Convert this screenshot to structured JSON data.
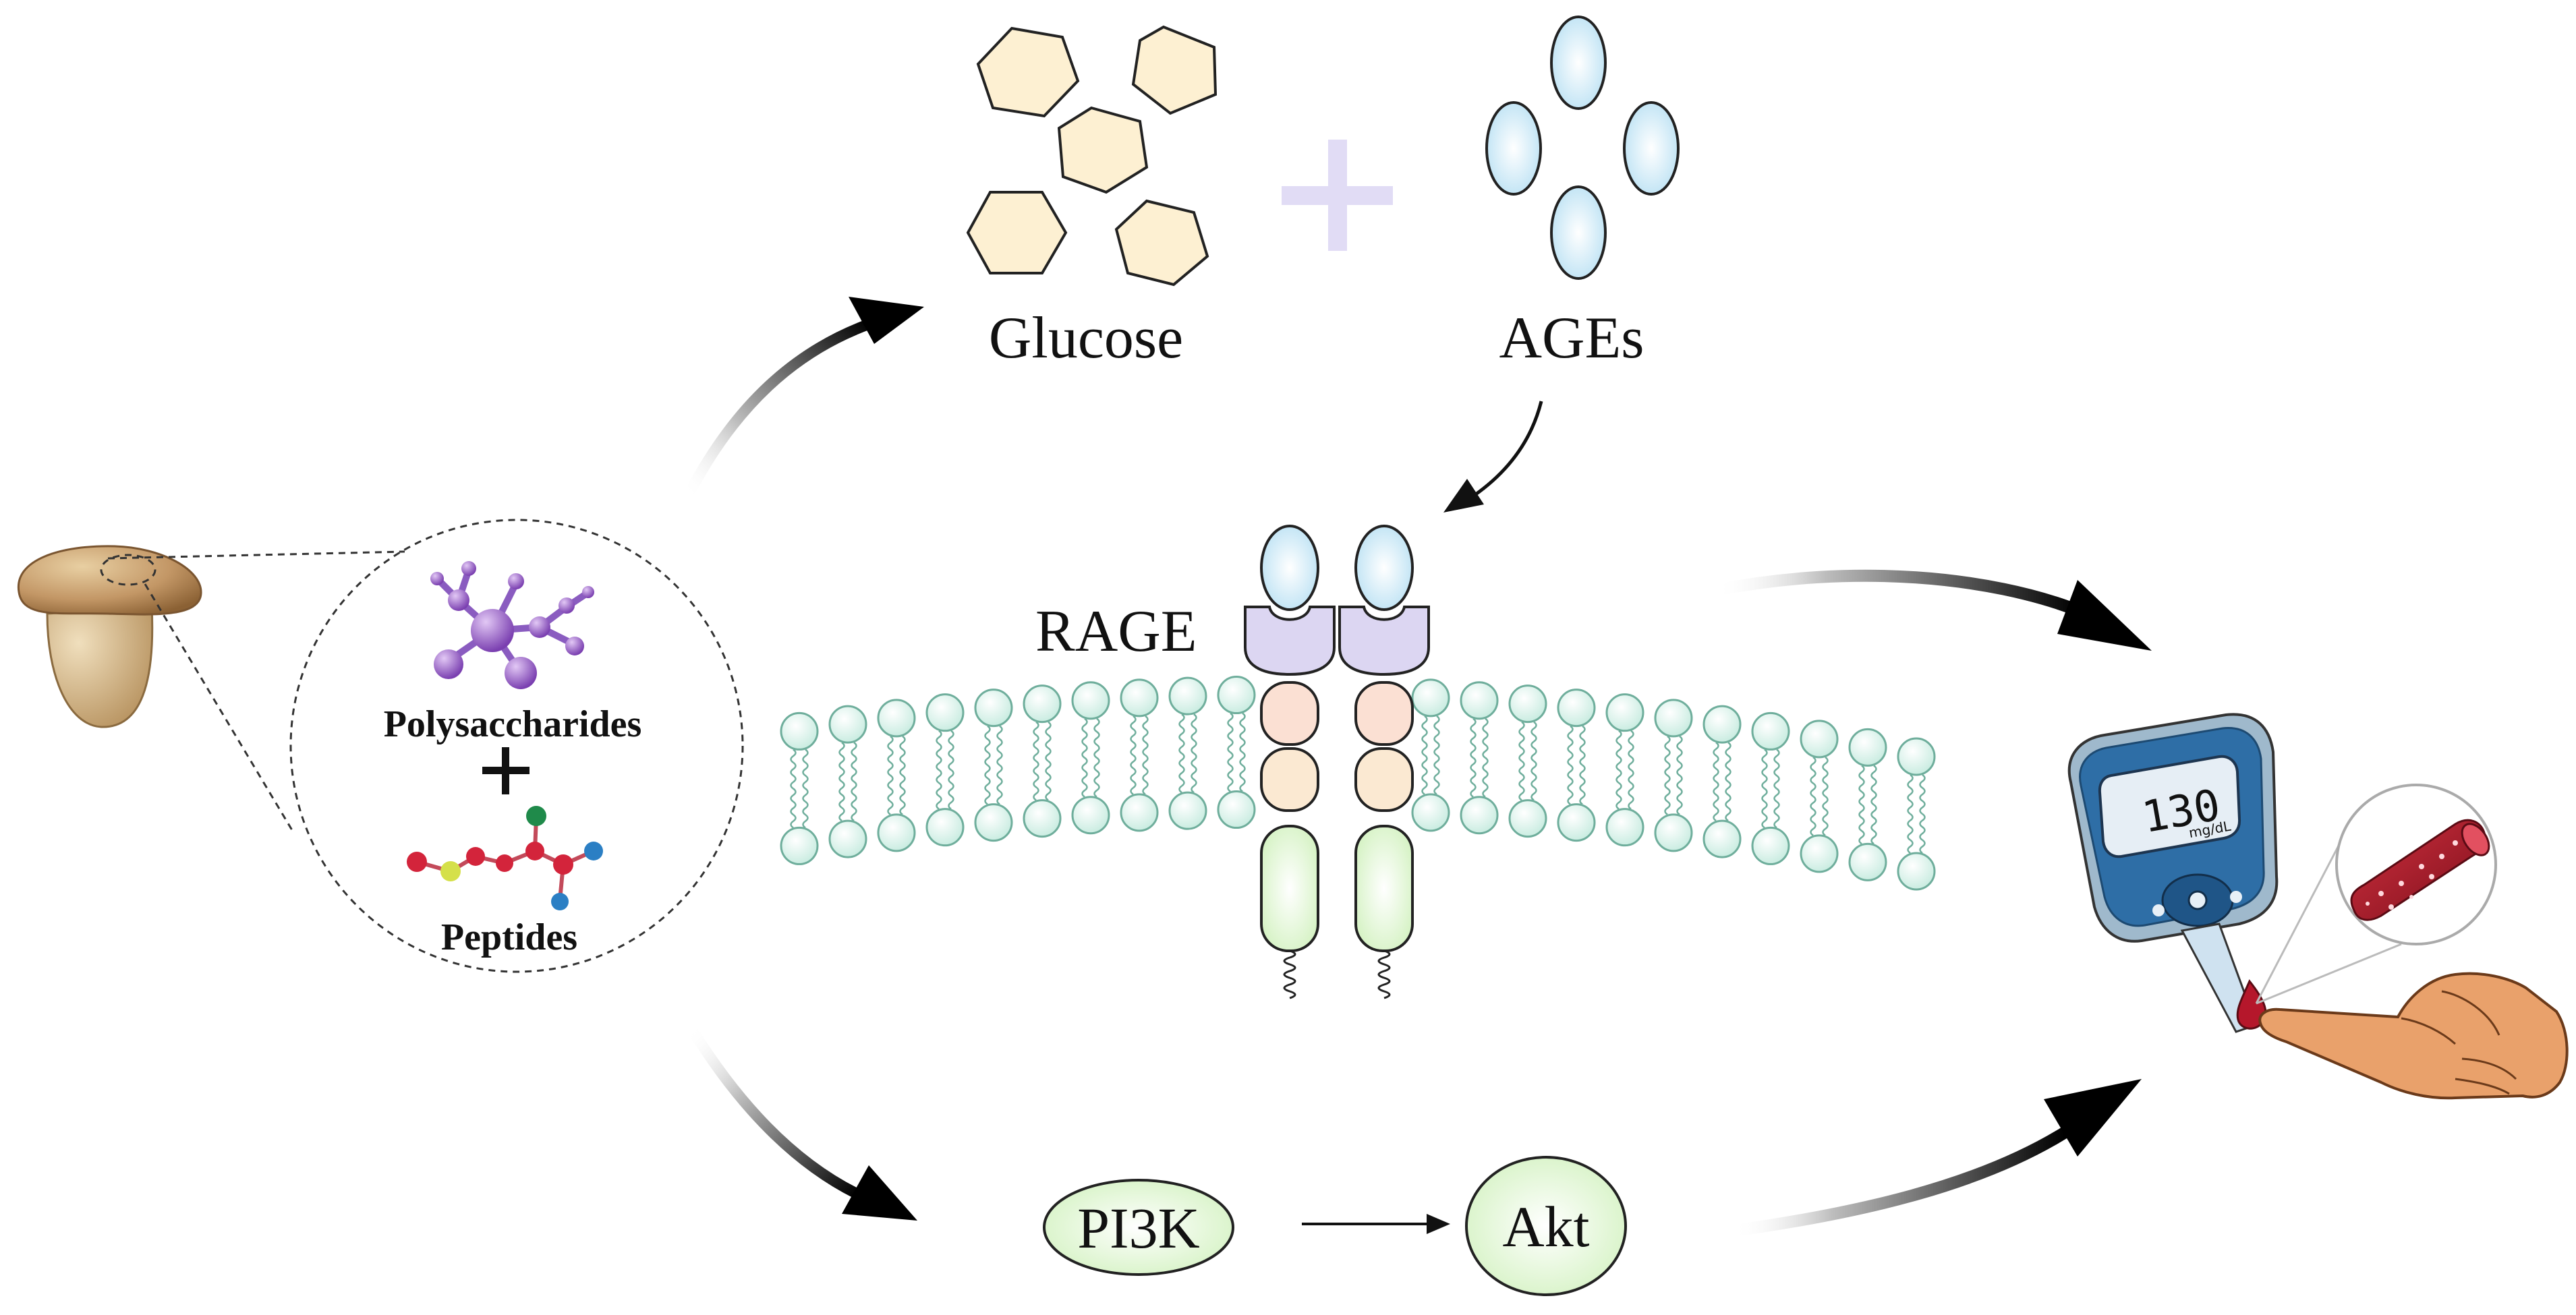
{
  "labels": {
    "glucose": "Glucose",
    "ages": "AGEs",
    "rage": "RAGE",
    "polysaccharides": "Polysaccharides",
    "peptides": "Peptides",
    "pi3k": "PI3K",
    "akt": "Akt",
    "meter_value": "130",
    "meter_unit": "mg/dL"
  },
  "colors": {
    "hexagon_fill": "#fdf0d2",
    "ellipse_fill": "#cfeaf7",
    "plus_fill": "#e1dcf5",
    "membrane_head": "#ddf3ec",
    "membrane_stroke": "#6fae9c",
    "oval_fill": "#e4f7d6",
    "rage_v_domain": "#cfeaf7",
    "rage_binding": "#dcd6f2",
    "rage_c1": "#fbe0d3",
    "rage_c2": "#fbe9d2",
    "rage_tm": "#dff5d6",
    "mushroom": "#c9a36f",
    "meter_body": "#2e6ea6",
    "blood": "#b5172b",
    "hand": "#e9a16b",
    "arrow": "#000000"
  },
  "icons": [
    "mushroom-icon",
    "polysaccharide-molecule-icon",
    "peptide-chain-icon",
    "glucose-meter-icon",
    "blood-vessel-icon",
    "finger-hand-icon",
    "blood-drop-icon"
  ]
}
